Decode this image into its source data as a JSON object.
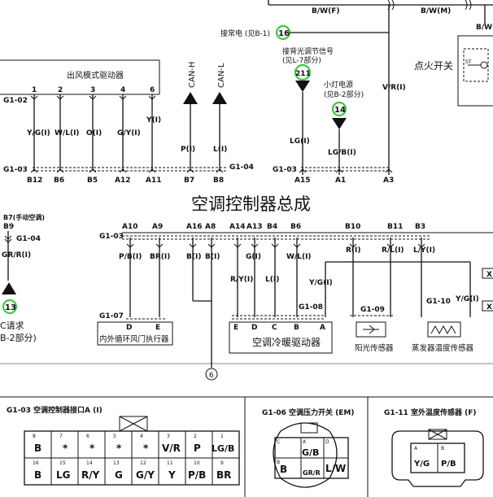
{
  "title": "空调控制器总成",
  "top": {
    "bw_f": "B/W(F)",
    "bw_m": "B/W(M)",
    "bw_r": "B/W(",
    "ignition": "点火开关",
    "constant_power": "接常电 (见B-1)",
    "ref16": "16",
    "backlight_l1": "接背光调节信号",
    "backlight_l2": "(见L-7部分)",
    "ref211": "211",
    "lamp_l1": "小灯电源",
    "lamp_l2": "(见B-2部分)",
    "ref14": "14",
    "vr": "V/R(I)"
  },
  "mode_motor": {
    "label": "出风模式驱动器",
    "connector": "G1-02",
    "pins": [
      "1",
      "2",
      "3",
      "4",
      "6"
    ],
    "wires": [
      "Y/G(I)",
      "W/L(I)",
      "O(I)",
      "G/Y(I)",
      "Y(I)"
    ]
  },
  "can": {
    "h": "CAN-H",
    "l": "CAN-L",
    "h_wire": "P(I)",
    "l_wire": "L(I)",
    "conn": "G1-04"
  },
  "wires_mid": {
    "lg": "LG(I)",
    "lgb": "LG/B(I)"
  },
  "row1": {
    "conn_left": "G1-03",
    "conn_right": "G1-03",
    "pins": [
      "B12",
      "B6",
      "B5",
      "A12",
      "A11",
      "B7",
      "B8",
      "A15",
      "A1",
      "A3"
    ]
  },
  "left_block": {
    "b7": "B7(手动空调)",
    "b9": "B9",
    "conn": "G1-04",
    "wire": "GR/R(I)",
    "ref13": "13",
    "req": "C请求",
    "see": "B-2部分)"
  },
  "row2": {
    "conn": "G1-03",
    "pins": [
      "A10",
      "A9",
      "A16",
      "A8",
      "A14",
      "A13",
      "B4",
      "B6",
      "B10",
      "B11",
      "B3"
    ],
    "wires_top": [
      "P/B(I)",
      "BR(I)",
      "B(I)",
      "B(I)",
      "G(I)",
      "W/L(I)",
      "R(I)",
      "R/L(I)",
      "L/Y(I)"
    ],
    "ry": "R/Y(I)",
    "l": "L(I)",
    "yg": "Y/G(I)",
    "yg2": "Y/G(I)"
  },
  "recirc": {
    "conn": "G1-07",
    "pins": [
      "D",
      "E"
    ],
    "label": "内外循环风门执行器"
  },
  "blend": {
    "conn": "G1-08",
    "pins": [
      "E",
      "D",
      "C",
      "B",
      "A"
    ],
    "label": "空调冷暖驱动器"
  },
  "sun": {
    "conn": "G1-09",
    "label": "阳光传感器"
  },
  "evap": {
    "conn": "G1-10",
    "label": "蒸发器温度传感器"
  },
  "ground": "6",
  "x_marks": [
    "X",
    "X"
  ],
  "conn_a": {
    "title": "G1-03  空调控制器接口A (I)",
    "row1_nums": [
      "8",
      "7",
      "6",
      "5",
      "4",
      "3",
      "2",
      "1"
    ],
    "row1": [
      "B",
      "*",
      "*",
      "*",
      "*",
      "V/R",
      "P",
      "LG/B"
    ],
    "row2_nums": [
      "16",
      "15",
      "14",
      "13",
      "12",
      "11",
      "10",
      "9"
    ],
    "row2": [
      "B",
      "LG",
      "R/Y",
      "G",
      "G/Y",
      "Y",
      "P/B",
      "BR"
    ]
  },
  "conn_press": {
    "title": "G1-06  空调压力开关 (EM)",
    "nums": [
      "A",
      "B",
      "C",
      "D"
    ],
    "cells": [
      "G/B",
      "B",
      "L/W",
      "GR/R"
    ]
  },
  "conn_ambient": {
    "title": "G1-11  室外温度传感器 (F)",
    "nums": [
      "A",
      "B"
    ],
    "cells": [
      "Y/G",
      "P/B"
    ]
  }
}
